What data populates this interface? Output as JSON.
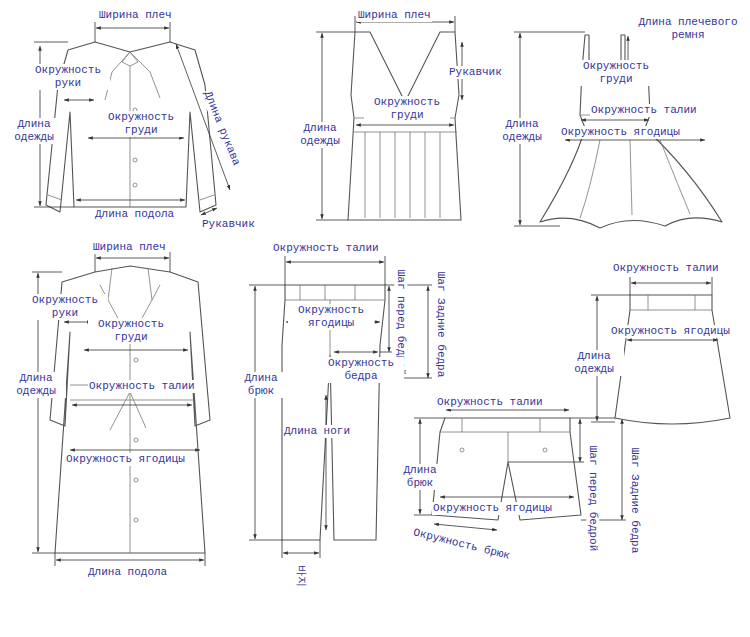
{
  "diagram": {
    "labels": [
      "Ширина плеч",
      "Окружность руки",
      "Длина рукава",
      "Окружность груди",
      "Длина одежды",
      "Длина подола",
      "Рукавчик",
      "Ширина плеч",
      "Рукавчик",
      "Окружность груди",
      "Длина одежды",
      "Длина плечевого ремня",
      "Окружность груди",
      "Окружность талии",
      "Длина одежды",
      "Окружность ягодицы",
      "Ширина плеч",
      "Окружность руки",
      "Окружность груди",
      "Длина одежды",
      "Окружность талии",
      "Окружность ягодицы",
      "Длина подола",
      "Окружность талии",
      "Шаг перед бедрой",
      "Шаг Задние бедра",
      "Окружность ягодицы",
      "Окружность бедра",
      "Длина брюк",
      "Длина ноги",
      "바지",
      "Окружность талии",
      "Длина брюк",
      "Окружность ягодицы",
      "Окружность брюк",
      "Шаг перед бедрой",
      "Шаг Задние бедра",
      "Окружность талии",
      "Окружность ягодицы",
      "Длина одежды"
    ]
  }
}
